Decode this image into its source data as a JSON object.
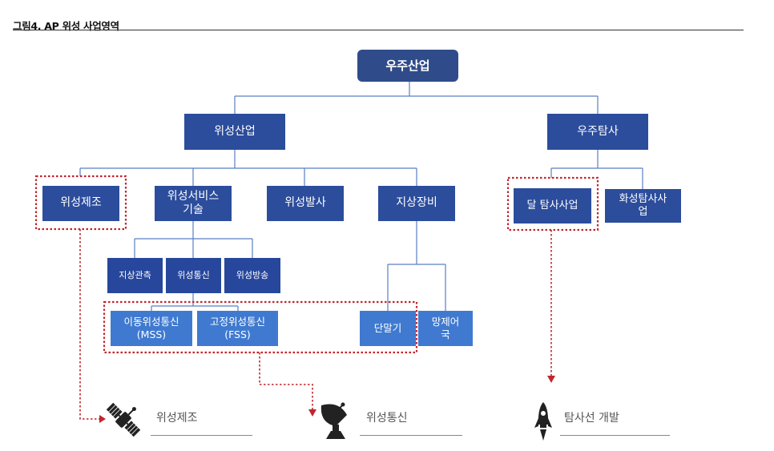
{
  "figure": {
    "title": "그림4.  AP 위성 사업영역"
  },
  "nodes": {
    "root": "우주산업",
    "satellite_industry": "위성산업",
    "space_exploration": "우주탐사",
    "sat_manufacturing": "위성제조",
    "sat_service_tech": "위성서비스\n기술",
    "sat_launch": "위성발사",
    "ground_equipment": "지상장비",
    "lunar_exploration": "달 탐사사업",
    "mars_exploration": "화성탐사사\n업",
    "ground_observation": "지상관측",
    "sat_communication": "위성통신",
    "sat_broadcasting": "위성방송",
    "mss": "이동위성통신\n(MSS)",
    "fss": "고정위성통신\n(FSS)",
    "terminal": "단말기",
    "network_control": "망제어\n국"
  },
  "bottom": {
    "manufacturing_label": "위성제조",
    "communication_label": "위성통신",
    "spacecraft_label": "탐사선 개발"
  },
  "colors": {
    "root": "#2f4b8a",
    "level": "#2c4d9c",
    "leaf": "#3f7ad0",
    "connector": "#5a7fc4",
    "highlight": "#c0262d"
  },
  "icons": {
    "manufacturing": "satellite-icon",
    "communication": "satellite-dish-icon",
    "spacecraft": "rocket-icon"
  }
}
